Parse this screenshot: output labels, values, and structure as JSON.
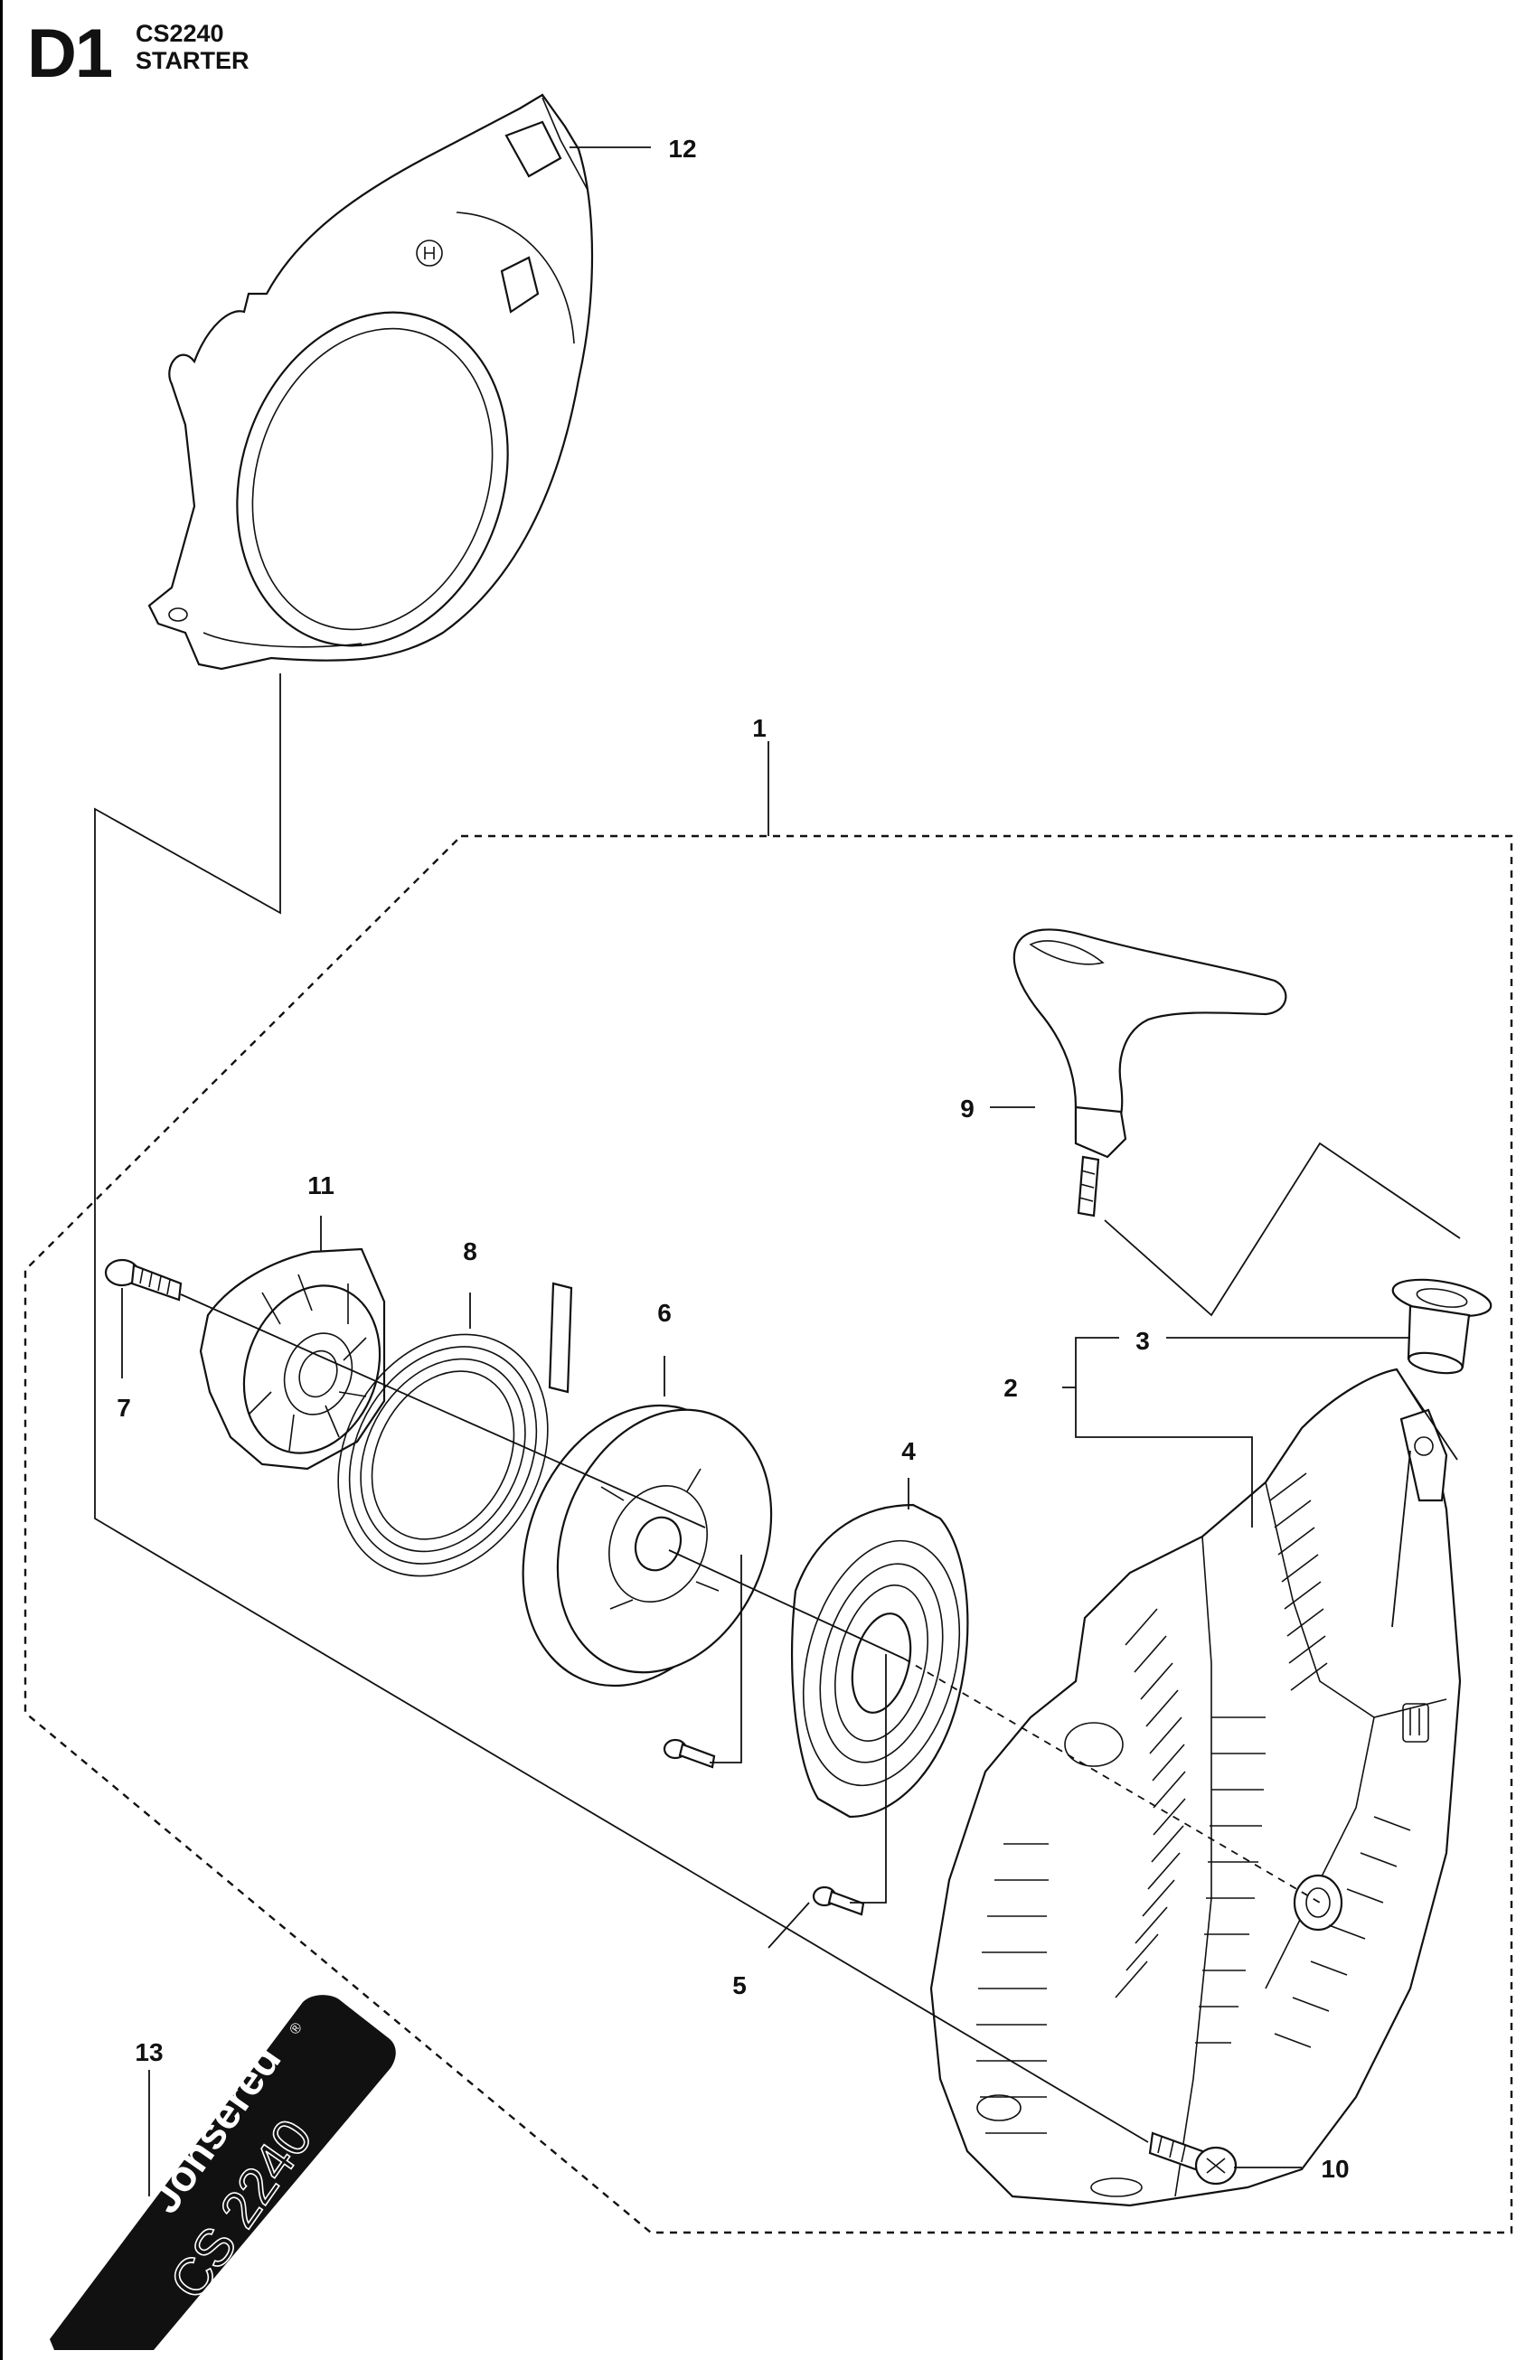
{
  "header": {
    "section": "D1",
    "model": "CS2240",
    "title": "STARTER"
  },
  "callouts": [
    {
      "number": "1",
      "part": "starter-assembly"
    },
    {
      "number": "2",
      "part": "starter-housing"
    },
    {
      "number": "3",
      "part": "rope-guide-bushing"
    },
    {
      "number": "4",
      "part": "spring-cassette"
    },
    {
      "number": "5",
      "part": "screw"
    },
    {
      "number": "6",
      "part": "rope-pulley"
    },
    {
      "number": "7",
      "part": "center-screw"
    },
    {
      "number": "8",
      "part": "starter-rope"
    },
    {
      "number": "9",
      "part": "starter-handle"
    },
    {
      "number": "10",
      "part": "housing-screw"
    },
    {
      "number": "11",
      "part": "pulley-cover"
    },
    {
      "number": "12",
      "part": "flywheel-cover"
    },
    {
      "number": "13",
      "part": "decal"
    }
  ],
  "decal": {
    "brand": "Jonsered",
    "registered": "®",
    "model_text": "CS 2240"
  }
}
